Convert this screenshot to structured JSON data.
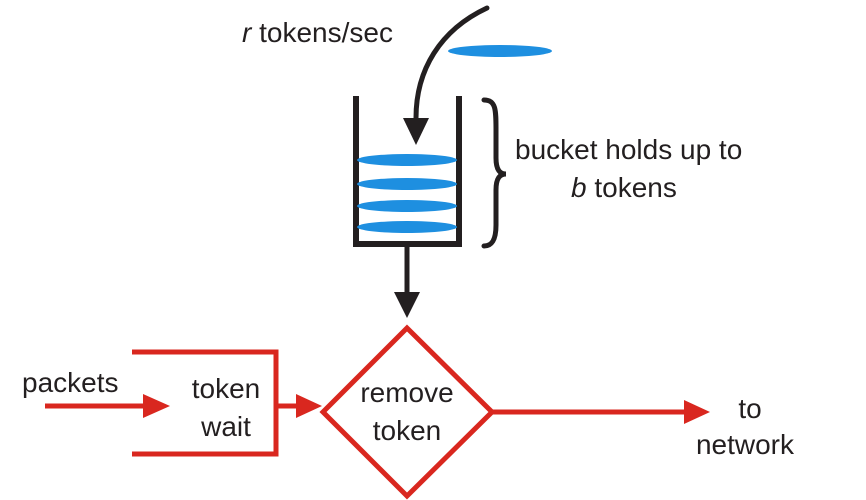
{
  "colors": {
    "token_blue": "#1e8fe0",
    "flow_red": "#d9271f",
    "ink": "#231f20",
    "background": "#ffffff"
  },
  "labels": {
    "rate_var": "r",
    "rate_unit": "tokens/sec",
    "capacity_line1": "bucket holds up to",
    "capacity_var": "b",
    "capacity_unit": "tokens",
    "input": "packets",
    "wait_line1": "token",
    "wait_line2": "wait",
    "remove_line1": "remove",
    "remove_line2": "token",
    "output_line1": "to",
    "output_line2": "network"
  }
}
